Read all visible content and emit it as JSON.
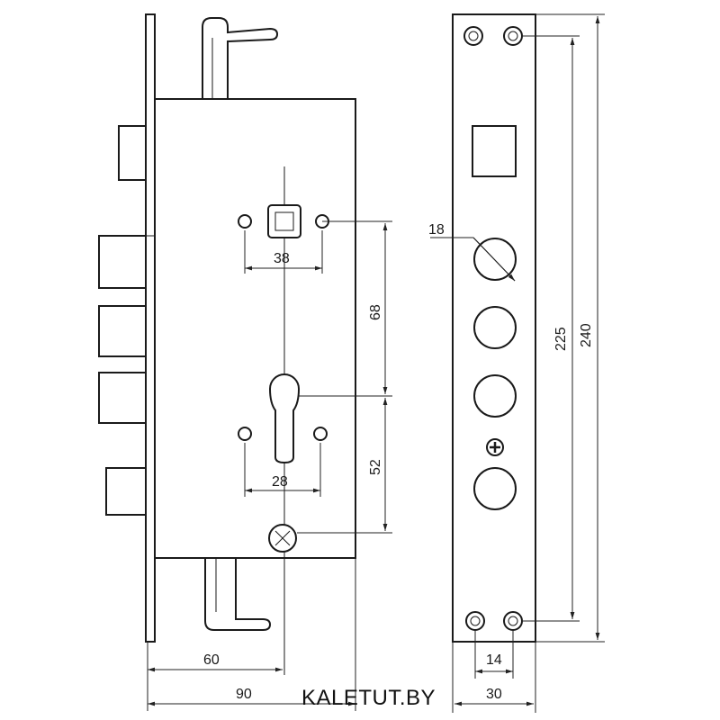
{
  "watermark": "KALETUT.BY",
  "dimensions": {
    "handle_spacing": "38",
    "handle_to_cylinder": "68",
    "cylinder_spacing": "28",
    "cylinder_to_bottom": "52",
    "backset": "60",
    "case_depth": "90",
    "hole_diameter": "18",
    "screw_spacing": "225",
    "faceplate_length": "240",
    "screw_offset": "14",
    "faceplate_width": "30"
  }
}
